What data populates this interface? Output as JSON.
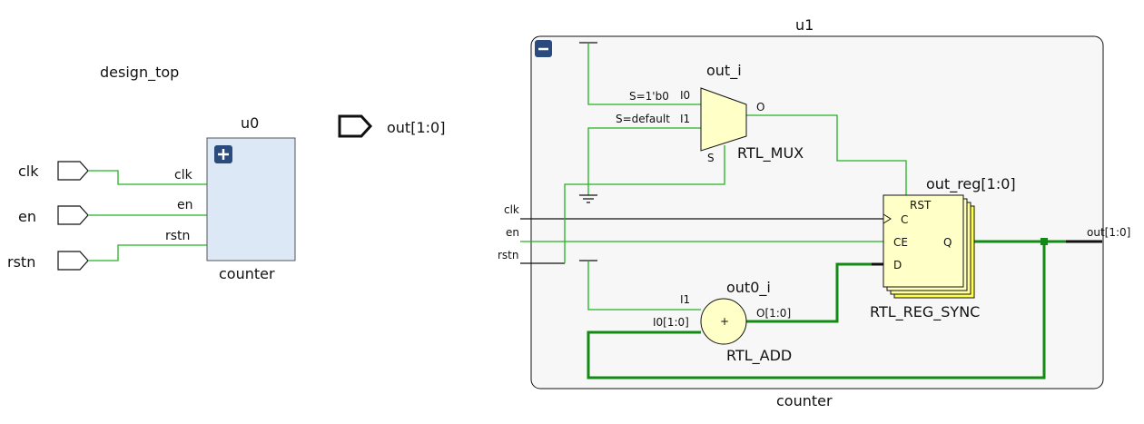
{
  "top": {
    "title": "design_top"
  },
  "u0": {
    "instance": "u0",
    "module": "counter",
    "expand_icon": "plus-icon",
    "pins": [
      "clk",
      "en",
      "rstn"
    ]
  },
  "top_ports": {
    "inputs": [
      "clk",
      "en",
      "rstn"
    ],
    "output": "out[1:0]"
  },
  "u1": {
    "instance": "u1",
    "module": "counter",
    "collapse_icon": "minus-icon",
    "inputs": [
      "clk",
      "en",
      "rstn"
    ],
    "output": "out[1:0]",
    "mux": {
      "name": "out_i",
      "type": "RTL_MUX",
      "i0": "I0",
      "i1": "I1",
      "s": "S",
      "o": "O",
      "i0_cond": "S=1'b0",
      "i1_cond": "S=default"
    },
    "reg": {
      "name": "out_reg[1:0]",
      "type": "RTL_REG_SYNC",
      "rst": "RST",
      "c": "C",
      "ce": "CE",
      "d": "D",
      "q": "Q"
    },
    "add": {
      "name": "out0_i",
      "type": "RTL_ADD",
      "i1": "I1",
      "i0": "I0[1:0]",
      "o": "O[1:0]",
      "symbol": "+"
    }
  },
  "colors": {
    "net": "#22b422",
    "bus": "#138a13",
    "block": "#dce8f5",
    "cell": "#ffffc8",
    "button": "#2b4a7e"
  }
}
